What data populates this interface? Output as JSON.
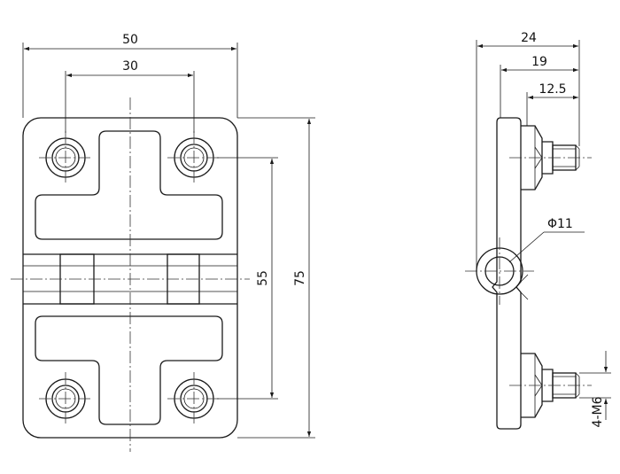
{
  "drawing": {
    "front_view": {
      "width_label": "50",
      "hole_spacing_label": "30",
      "hole_vertical_spacing_label": "55",
      "height_label": "75"
    },
    "side_view": {
      "total_depth_label": "24",
      "mid_depth_label": "19",
      "stud_depth_label": "12.5",
      "pin_diameter_label": "Φ11",
      "thread_label": "4-M6"
    },
    "colors": {
      "line": "#1a1a1a",
      "background": "#ffffff"
    }
  }
}
